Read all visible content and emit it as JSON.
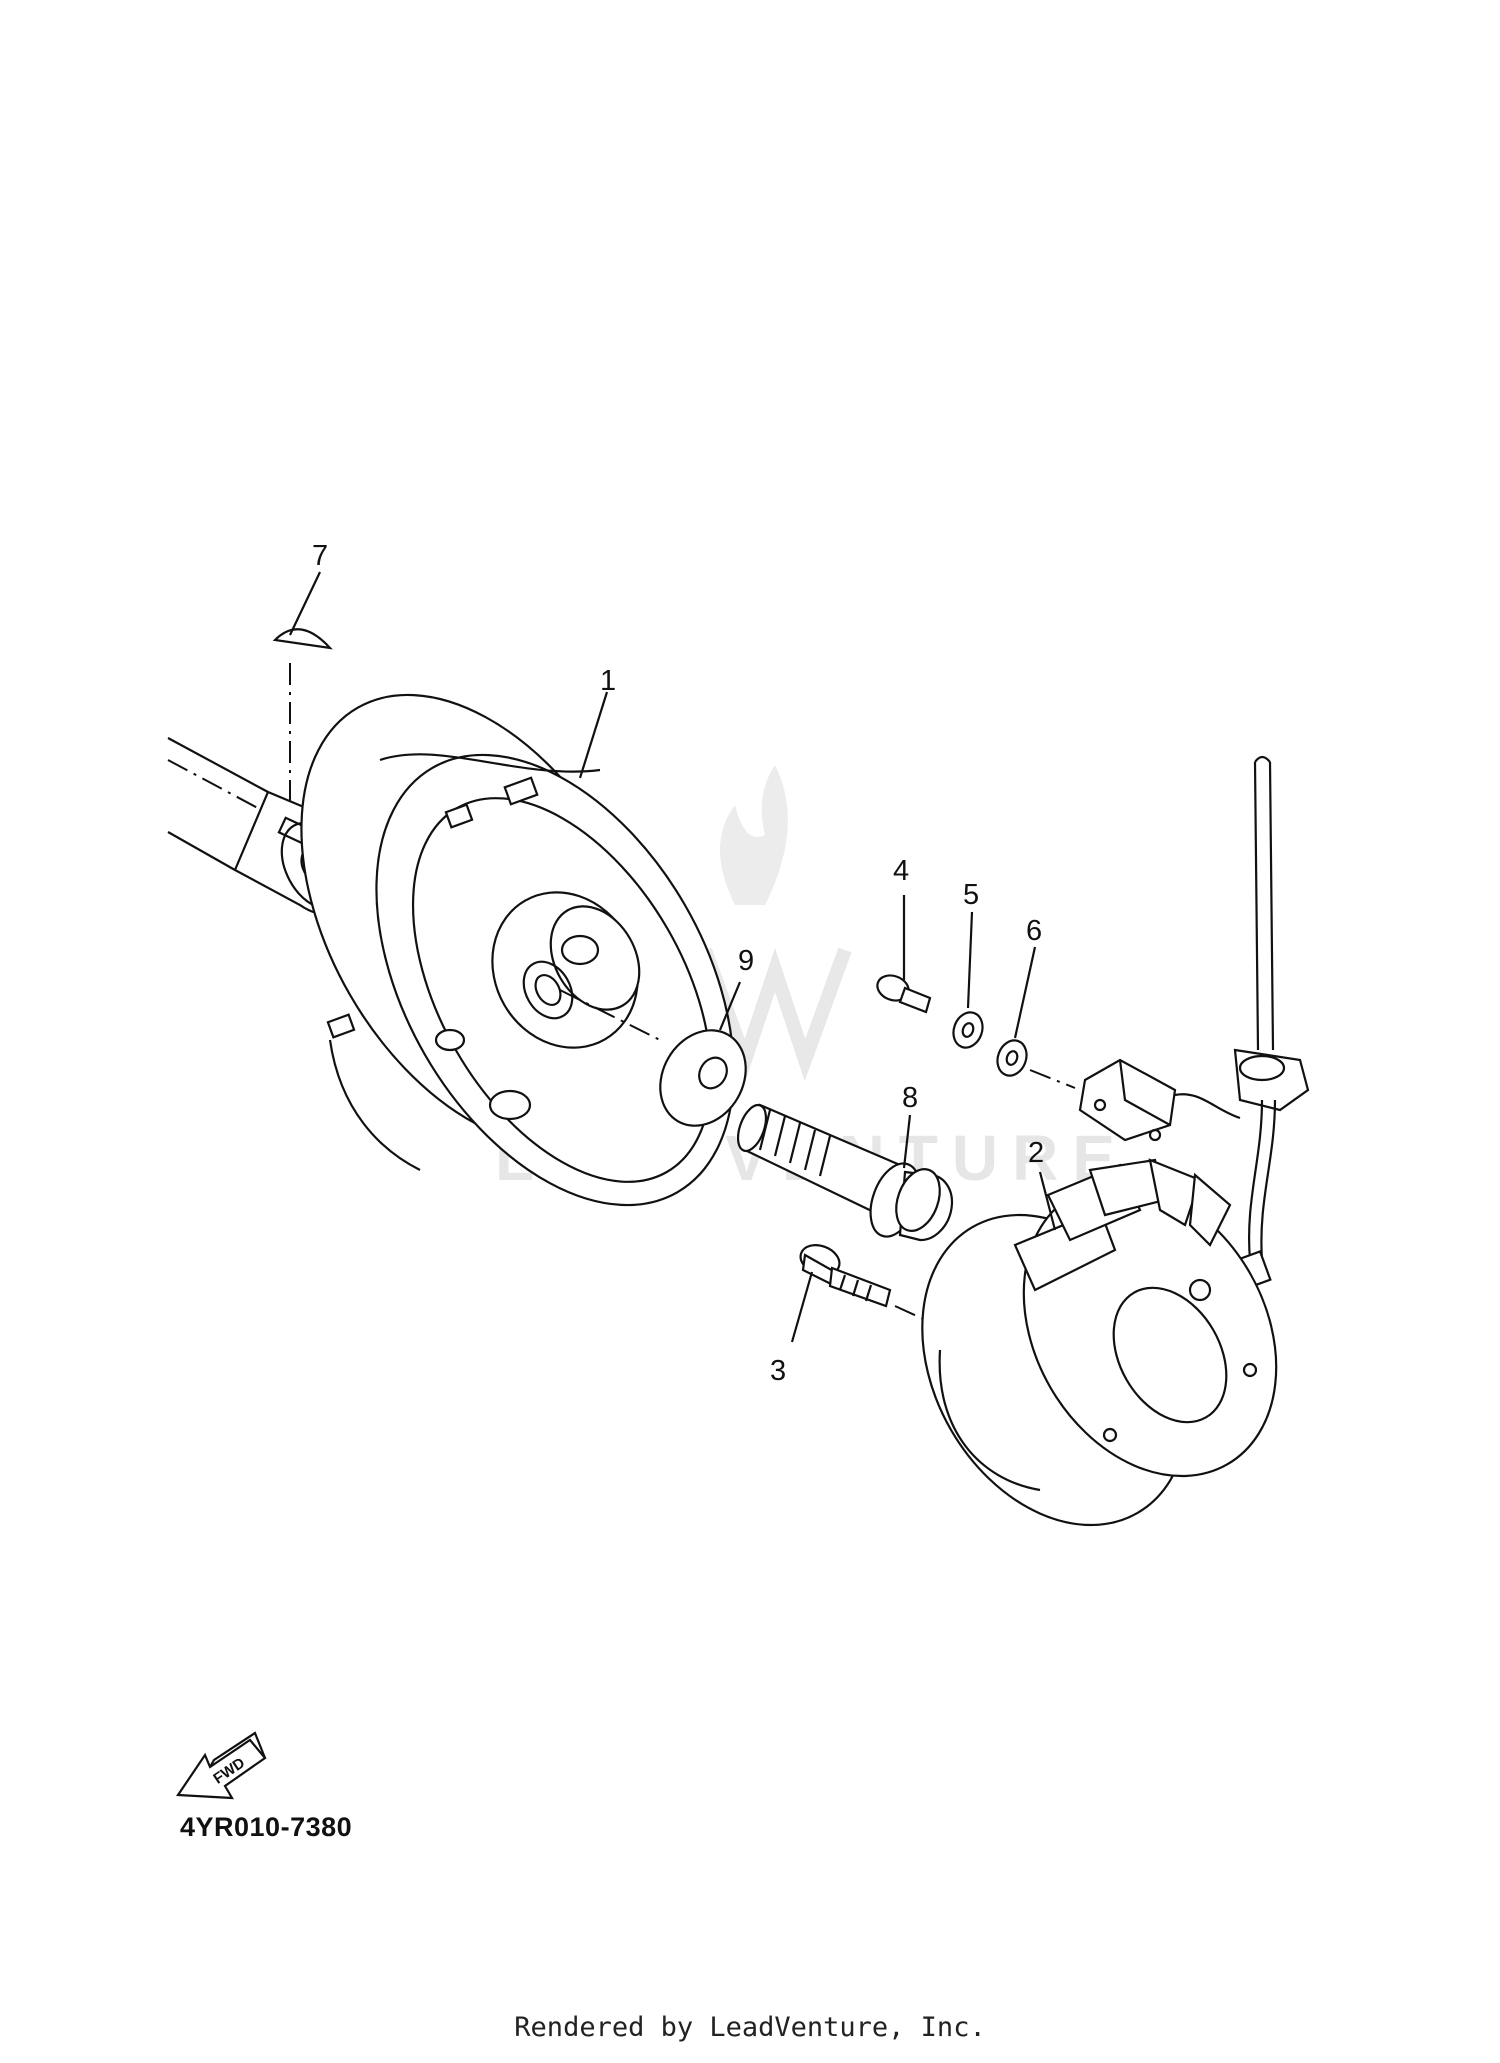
{
  "watermark": "LEADVENTURE",
  "callouts": [
    "1",
    "2",
    "3",
    "4",
    "5",
    "6",
    "7",
    "8",
    "9"
  ],
  "fwd_label": "FWD",
  "diagram_code": "4YR010-7380",
  "footer": "Rendered by LeadVenture, Inc."
}
